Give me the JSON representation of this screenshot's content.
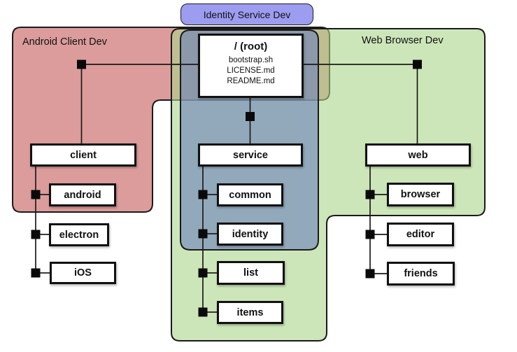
{
  "regions": {
    "android_client": {
      "label": "Android Client Dev",
      "fill": "rgba(197,90,90,0.6)",
      "visible_color": "#DC9C9C"
    },
    "identity_service": {
      "label": "Identity Service Dev",
      "fill": "rgba(106,129,189,0.6)",
      "tab_fill": "#9C9CF0",
      "visible_color": "#93AABB"
    },
    "web_browser": {
      "label": "Web Browser Dev",
      "fill": "rgba(172,213,138,0.6)",
      "visible_color": "#CDE6B9"
    }
  },
  "root": {
    "title": "/ (root)",
    "files": [
      "bootstrap.sh",
      "LICENSE.md",
      "README.md"
    ]
  },
  "nodes": {
    "client": "client",
    "service": "service",
    "web": "web",
    "android": "android",
    "electron": "electron",
    "ios": "iOS",
    "common": "common",
    "identity": "identity",
    "list": "list",
    "items": "items",
    "browser": "browser",
    "editor": "editor",
    "friends": "friends"
  },
  "hierarchy": {
    "root_children": [
      "client",
      "service",
      "web"
    ],
    "client_children": [
      "android",
      "electron",
      "iOS"
    ],
    "service_children": [
      "common",
      "identity",
      "list",
      "items"
    ],
    "web_children": [
      "browser",
      "editor",
      "friends"
    ]
  },
  "edge_color": "#1a1a1a"
}
